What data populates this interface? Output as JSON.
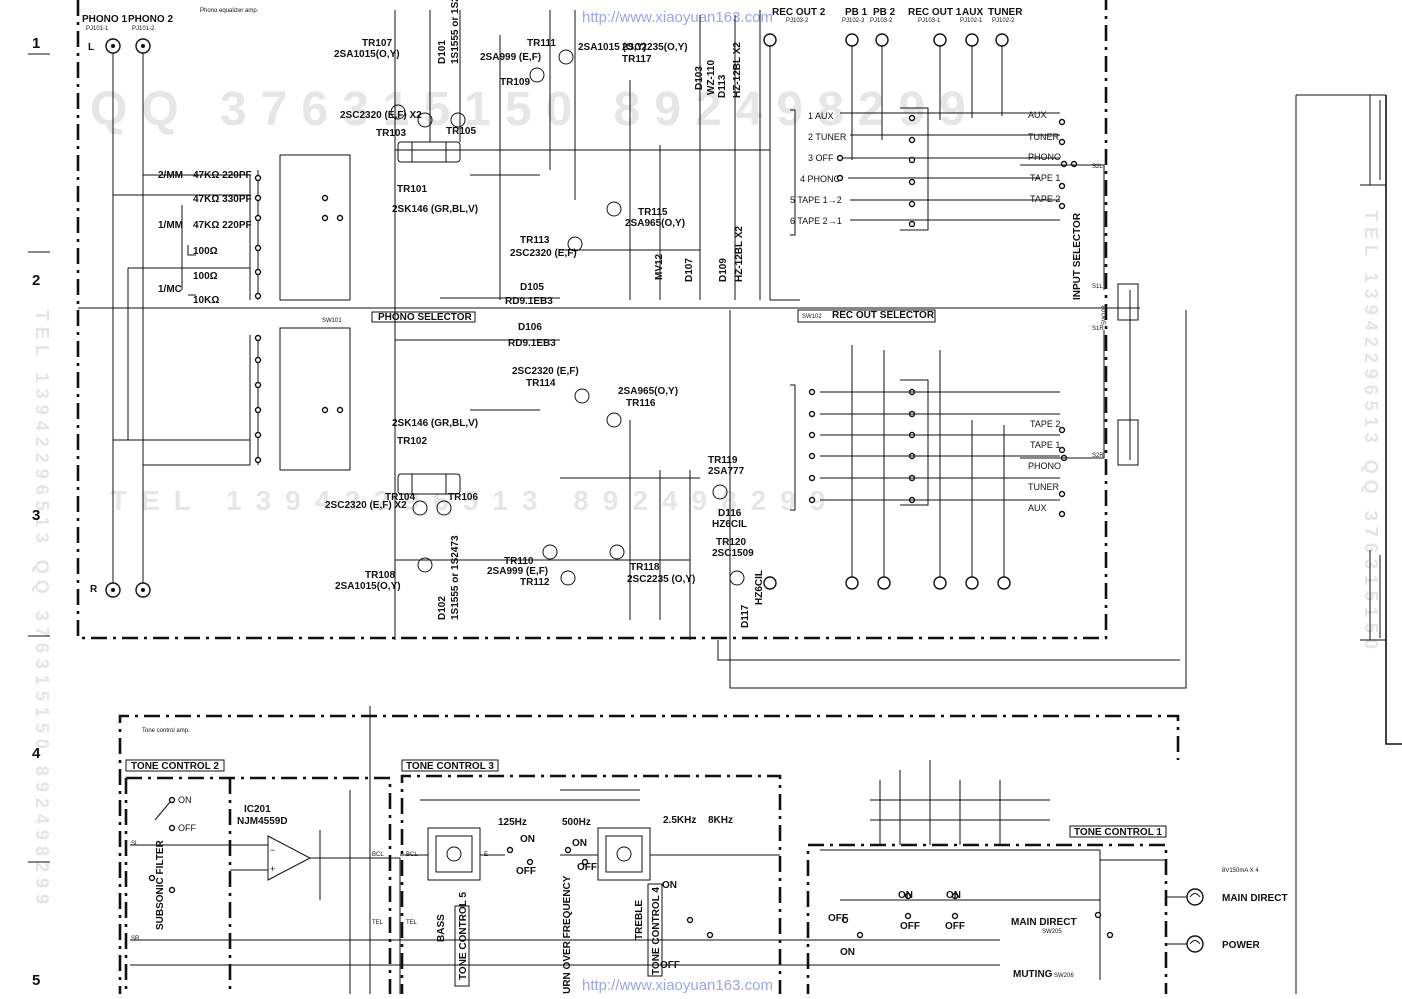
{
  "watermark": {
    "url_top": "http://www.xiaoyuan163.com",
    "url_bottom": "http://www.xiaoyuan163.com",
    "qq_top": "QQ 376315150 892498299",
    "tel_mid": "TEL 13942296513 892498299",
    "vertical_right": "TEL 13942296513 QQ 376315150",
    "vertical_left": "TEL 13942296513 QQ 376315150 892498299"
  },
  "row_numbers": [
    "1",
    "2",
    "3",
    "4",
    "5"
  ],
  "phono_inputs": {
    "phono1": "PHONO 1",
    "phono1_ref": "PJ101-1",
    "phono2": "PHONO 2",
    "phono2_ref": "PJ101-2",
    "channel_l": "L",
    "channel_r": "R",
    "caption": "Phono equalizer amp."
  },
  "cartridge_loads": [
    {
      "label": "2/MM",
      "value": "47KΩ 220PF"
    },
    {
      "label": "",
      "value": "47KΩ 330PF"
    },
    {
      "label": "1/MM",
      "value": "47KΩ 220PF"
    },
    {
      "label": "",
      "value": "100Ω"
    },
    {
      "label": "",
      "value": "100Ω"
    },
    {
      "label": "1/MC",
      "value": "10KΩ"
    }
  ],
  "rear_jacks": [
    {
      "label": "REC OUT 2",
      "ref": "PJ103-2"
    },
    {
      "label": "PB 1",
      "ref": "PJ102-3"
    },
    {
      "label": "PB 2",
      "ref": "PJ103-2"
    },
    {
      "label": "REC OUT 1",
      "ref": "PJ103-1"
    },
    {
      "label": "AUX",
      "ref": "PJ102-1"
    },
    {
      "label": "TUNER",
      "ref": "PJ102-2"
    }
  ],
  "rec_out_selector": {
    "label": "REC OUT SELECTOR",
    "ref": "SW102",
    "positions": [
      "1 AUX",
      "2 TUNER",
      "3 OFF",
      "4 PHONO",
      "5 TAPE 1→2",
      "6 TAPE 2→1"
    ]
  },
  "input_selector": {
    "label": "INPUT SELECTOR",
    "ref": "SW103",
    "upper": [
      "AUX",
      "TUNER",
      "PHONO",
      "TAPE 1",
      "TAPE 2"
    ],
    "lower": [
      "TAPE 2",
      "TAPE 1",
      "PHONO",
      "TUNER",
      "AUX"
    ],
    "pins": [
      "S2L",
      "S1L",
      "S1R",
      "S2R"
    ]
  },
  "phono_selector": {
    "label": "PHONO SELECTOR",
    "ref": "SW101"
  },
  "transistors": [
    {
      "id": "TR107",
      "part": "2SA1015(O,Y)"
    },
    {
      "id": "TR103",
      "part": "2SC2320 (E,F) X2"
    },
    {
      "id": "TR105",
      "part": ""
    },
    {
      "id": "TR109",
      "part": "2SA999 (E,F)"
    },
    {
      "id": "TR111",
      "part": "2SA1015 (O,Y)"
    },
    {
      "id": "TR117",
      "part": "2SC2235(O,Y)"
    },
    {
      "id": "TR101",
      "part": "2SK146 (GR,BL,V)"
    },
    {
      "id": "TR113",
      "part": "2SC2320 (E,F)"
    },
    {
      "id": "TR115",
      "part": "2SA965(O,Y)"
    },
    {
      "id": "TR114",
      "part": "2SC2320 (E,F)"
    },
    {
      "id": "TR116",
      "part": "2SA965(O,Y)"
    },
    {
      "id": "TR102",
      "part": "2SK146 (GR,BL,V)"
    },
    {
      "id": "TR104",
      "part": "2SC2320 (E,F) X2"
    },
    {
      "id": "TR106",
      "part": ""
    },
    {
      "id": "TR119",
      "part": "2SA777"
    },
    {
      "id": "TR120",
      "part": "2SC1509"
    },
    {
      "id": "TR108",
      "part": "2SA1015(O,Y)"
    },
    {
      "id": "TR110",
      "part": "2SA999 (E,F)"
    },
    {
      "id": "TR112",
      "part": ""
    },
    {
      "id": "TR118",
      "part": "2SC2235 (O,Y)"
    }
  ],
  "diodes": [
    {
      "id": "D101",
      "part": "1S1555 or 1S2473"
    },
    {
      "id": "D103",
      "part": "WZ-110"
    },
    {
      "id": "D113",
      "part": "HZ-12BL X2"
    },
    {
      "id": "D105",
      "part": "RD9.1EB3"
    },
    {
      "id": "D106",
      "part": "RD9.1EB3"
    },
    {
      "id": "D107",
      "part": "MV12"
    },
    {
      "id": "D109",
      "part": "HZ-12BL X2"
    },
    {
      "id": "D102",
      "part": "1S1555 or 1S2473"
    },
    {
      "id": "D116",
      "part": "HZ6CIL"
    },
    {
      "id": "D117",
      "part": "HZ6CIL"
    }
  ],
  "tone_control": {
    "caption": "Tone control amp.",
    "tone2": "TONE CONTROL 2",
    "tone3": "TONE CONTROL 3",
    "tone1": "TONE CONTROL 1",
    "ic": "IC201",
    "ic_part": "NJM4559D",
    "subsonic": "SUBSONIC FILTER",
    "bass": "BASS",
    "tone5": "TONE CONTROL 5",
    "turnover": "TURN OVER FREQUENCY",
    "treble": "TREBLE",
    "tone4": "TONE CONTROL 4",
    "freqs": [
      "125Hz",
      "500Hz",
      "2.5KHz",
      "8KHz"
    ],
    "on": "ON",
    "off": "OFF",
    "main_direct": "MAIN DIRECT",
    "main_direct_sw": "SW205",
    "muting": "MUTING",
    "muting_sw": "SW206",
    "power": "POWER",
    "lamp": "8V150mA X 4"
  },
  "terminals": [
    "BCL",
    "BCL",
    "E",
    "TEL",
    "TEL",
    "SL",
    "SR"
  ]
}
